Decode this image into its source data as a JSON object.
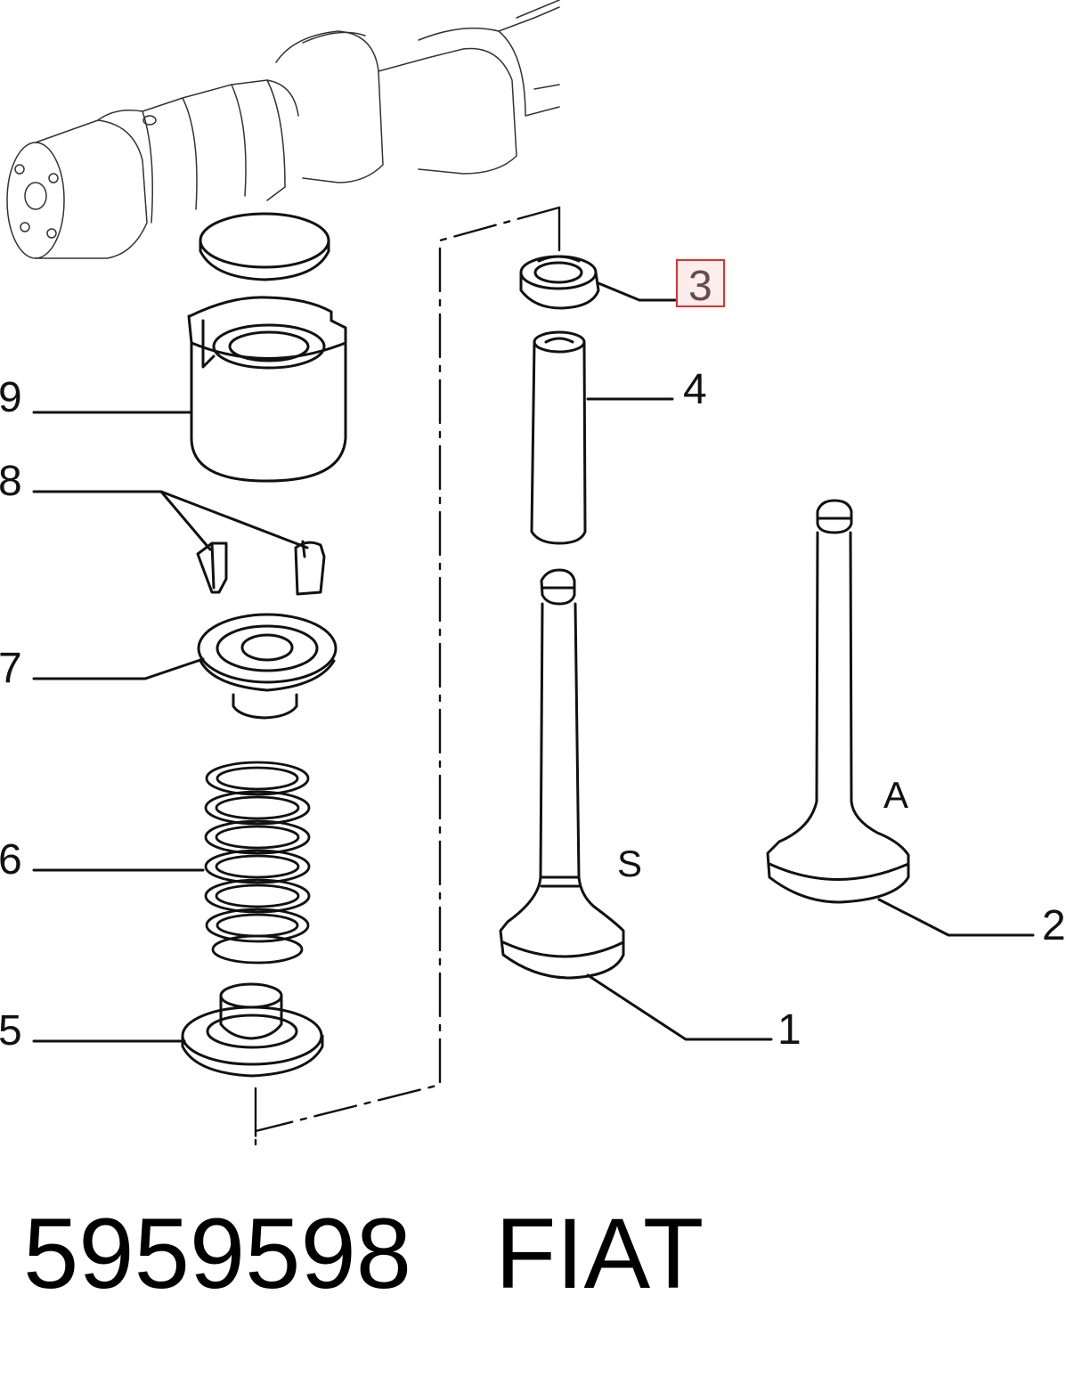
{
  "callouts": {
    "c1": "1",
    "c2": "2",
    "c3": "3",
    "c4": "4",
    "c5": "5",
    "c6": "6",
    "c7": "7",
    "c8": "8",
    "c9": "9",
    "valve_s": "S",
    "valve_a": "A"
  },
  "highlight": {
    "callout": "3",
    "color": "#e03030"
  },
  "footer": {
    "part_number": "5959598",
    "brand": "FIAT"
  },
  "icons": [
    "camshaft-icon",
    "shim-icon",
    "bucket-tappet-icon",
    "valve-collet-icon",
    "spring-retainer-icon",
    "valve-spring-icon",
    "spring-seat-icon",
    "valve-stem-seal-icon",
    "valve-guide-icon",
    "intake-valve-icon",
    "exhaust-valve-icon"
  ]
}
